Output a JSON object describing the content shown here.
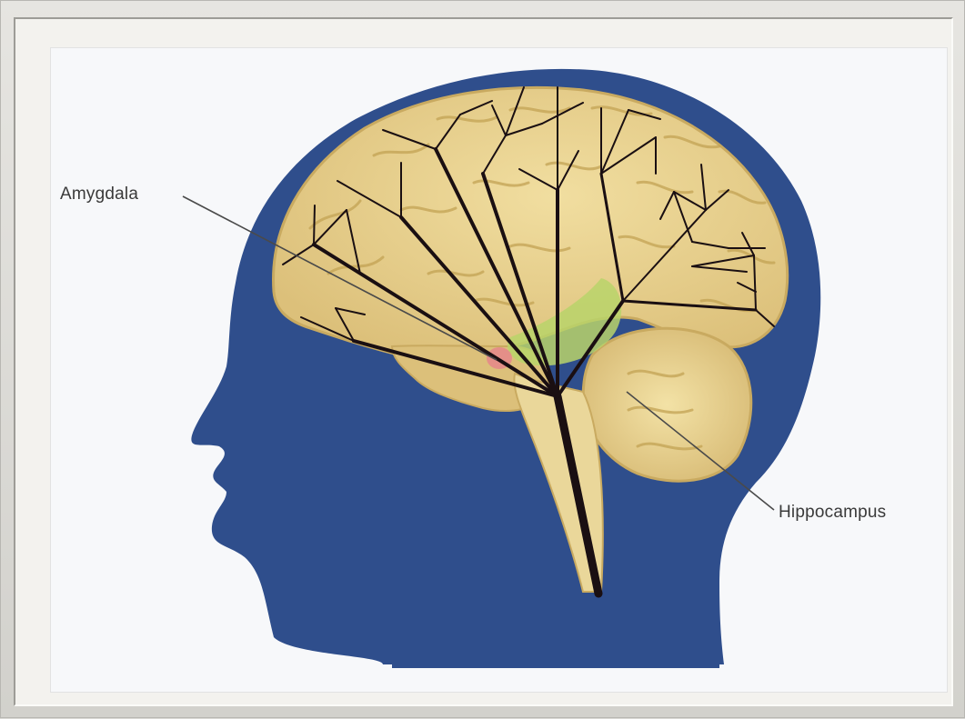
{
  "labels": {
    "amygdala": "Amygdala",
    "hippocampus": "Hippocampus"
  },
  "colors": {
    "head_silhouette": "#2f4e8c",
    "brain_tissue": "#e9d48e",
    "brain_folds": "#c7a75a",
    "limbic_region": "#b9d46a",
    "amygdala_spot": "#e48a8a",
    "tree_lines": "#1a0f12",
    "label_text": "#3a3a3a"
  },
  "icons": [
    "head-silhouette",
    "brain",
    "branching-tree-overlay",
    "callout-leader-line"
  ]
}
